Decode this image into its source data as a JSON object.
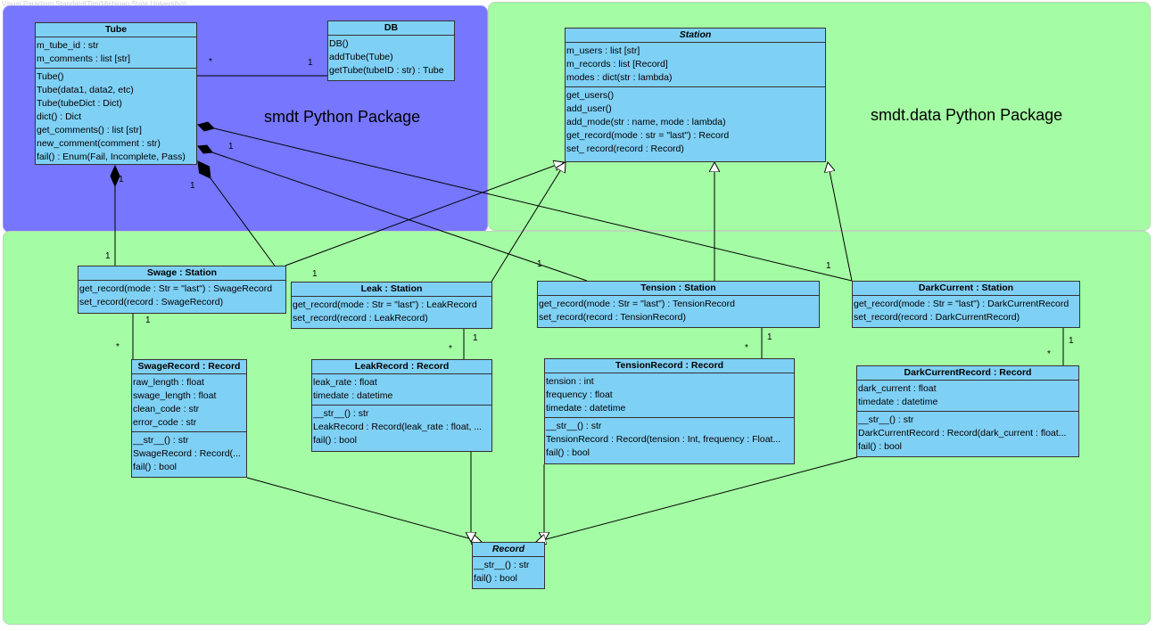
{
  "watermark": "Visual Paradigm Standard(Tim(Michigan State University))",
  "packages": {
    "smdt": "smdt Python Package",
    "smdt_data": "smdt.data Python Package"
  },
  "colors": {
    "smdt_package": "#7676ff",
    "data_package": "#a4fca4",
    "class_fill": "#7fd0f5"
  },
  "classes": {
    "tube": {
      "name": "Tube",
      "attributes": [
        "m_tube_id : str",
        "m_comments : list [str]"
      ],
      "operations": [
        "Tube()",
        "Tube(data1, data2, etc)",
        "Tube(tubeDict : Dict)",
        "dict() : Dict",
        "get_comments() : list [str]",
        "new_comment(comment : str)",
        "fail() : Enum(Fail, Incomplete, Pass)"
      ]
    },
    "db": {
      "name": "DB",
      "operations": [
        "DB()",
        "addTube(Tube)",
        "getTube(tubeID : str) : Tube"
      ]
    },
    "station": {
      "name": "Station",
      "attributes": [
        "m_users : list [str]",
        "m_records : list [Record]",
        "modes : dict(str : lambda)"
      ],
      "operations": [
        "get_users()",
        "add_user()",
        "add_mode(str : name, mode : lambda)",
        "get_record(mode : str = \"last\") : Record",
        "set_ record(record : Record)"
      ]
    },
    "swage": {
      "name": "Swage : Station",
      "operations": [
        "get_record(mode : Str = \"last\") : SwageRecord",
        "set_record(record : SwageRecord)"
      ]
    },
    "leak": {
      "name": "Leak : Station",
      "operations": [
        "get_record(mode : Str = \"last\") : LeakRecord",
        "set_record(record : LeakRecord)"
      ]
    },
    "tension": {
      "name": "Tension : Station",
      "operations": [
        "get_record(mode : Str = \"last\") : TensionRecord",
        "set_record(record : TensionRecord)"
      ]
    },
    "darkcurrent": {
      "name": "DarkCurrent : Station",
      "operations": [
        "get_record(mode : Str = \"last\") : DarkCurrentRecord",
        "set_record(record : DarkCurrentRecord)"
      ]
    },
    "swagerecord": {
      "name": "SwageRecord : Record",
      "attributes": [
        "raw_length : float",
        "swage_length : float",
        "clean_code : str",
        "error_code : str"
      ],
      "operations": [
        "__str__() : str",
        "SwageRecord : Record(...",
        "fail() : bool"
      ]
    },
    "leakrecord": {
      "name": "LeakRecord : Record",
      "attributes": [
        "leak_rate : float",
        "timedate : datetime"
      ],
      "operations": [
        "__str__() : str",
        "LeakRecord : Record(leak_rate : float, ...",
        "fail() : bool"
      ]
    },
    "tensionrecord": {
      "name": "TensionRecord : Record",
      "attributes": [
        "tension : int",
        "frequency : float",
        "timedate : datetime"
      ],
      "operations": [
        "__str__() : str",
        "TensionRecord : Record(tension : Int, frequency : Float...",
        "fail() : bool"
      ]
    },
    "darkcurrentrecord": {
      "name": "DarkCurrentRecord : Record",
      "attributes": [
        "dark_current : float",
        "timedate : datetime"
      ],
      "operations": [
        "__str__() : str",
        "DarkCurrentRecord : Record(dark_current : float...",
        "fail() : bool"
      ]
    },
    "record": {
      "name": "Record",
      "operations": [
        "__str__() : str",
        "fail() : bool"
      ]
    }
  },
  "multiplicities": {
    "tube_db_tube": "*",
    "tube_db_db": "1",
    "tube_swage_tube": "1",
    "tube_swage_swage": "1",
    "tube_leak_tube": "1",
    "tube_leak_leak": "1",
    "tube_tension_tube": "1",
    "tube_tension_tension": "1",
    "tube_dark_dark": "1",
    "swage_rec_swage": "1",
    "swage_rec_record": "*",
    "leak_rec_leak": "1",
    "leak_rec_record": "*",
    "tension_rec_tension": "1",
    "tension_rec_record": "*",
    "dark_rec_dark": "1",
    "dark_rec_record": "*"
  }
}
